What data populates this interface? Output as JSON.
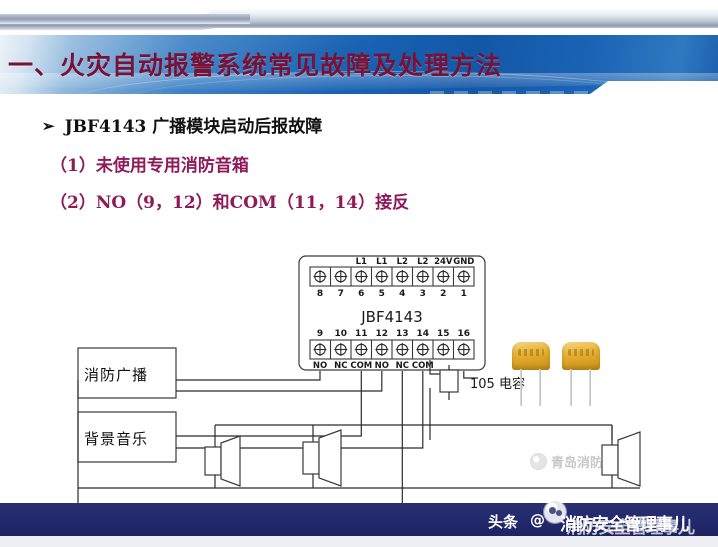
{
  "slide": {
    "title": "一、火灾自动报警系统常见故障及处理方法",
    "title_color": "#7a1033",
    "banner_color": "#1a63b4",
    "bottom_bar_color": "#232a6d"
  },
  "bullets": {
    "arrow_glyph": "➢",
    "heading": "JBF4143  广播模块启动后报故障",
    "item1": "（1）未使用专用消防音箱",
    "item2": "（2）NO（9，12）和COM（11，14）接反",
    "item_color": "#8e1a5a"
  },
  "diagram": {
    "module": {
      "name": "JBF4143",
      "top_labels": [
        "",
        "",
        "L1",
        "L1",
        "L2",
        "L2",
        "24V",
        "GND"
      ],
      "top_numbers": [
        "8",
        "7",
        "6",
        "5",
        "4",
        "3",
        "2",
        "1"
      ],
      "bottom_numbers": [
        "9",
        "10",
        "11",
        "12",
        "13",
        "14",
        "15",
        "16"
      ],
      "bottom_labels": [
        "NO",
        "NC",
        "COM",
        "NO",
        "NC",
        "COM",
        "",
        ""
      ]
    },
    "boxes": [
      {
        "label": "消防广播"
      },
      {
        "label": "背景音乐"
      }
    ],
    "capacitor": {
      "label": "105 电容",
      "count": 2,
      "body_color": "#e8b63c"
    },
    "speakers": {
      "count": 3
    },
    "watermark_center": "青岛消防"
  },
  "watermark": {
    "prefix": "头条",
    "at": "@",
    "account": "消防安全管理事儿"
  }
}
